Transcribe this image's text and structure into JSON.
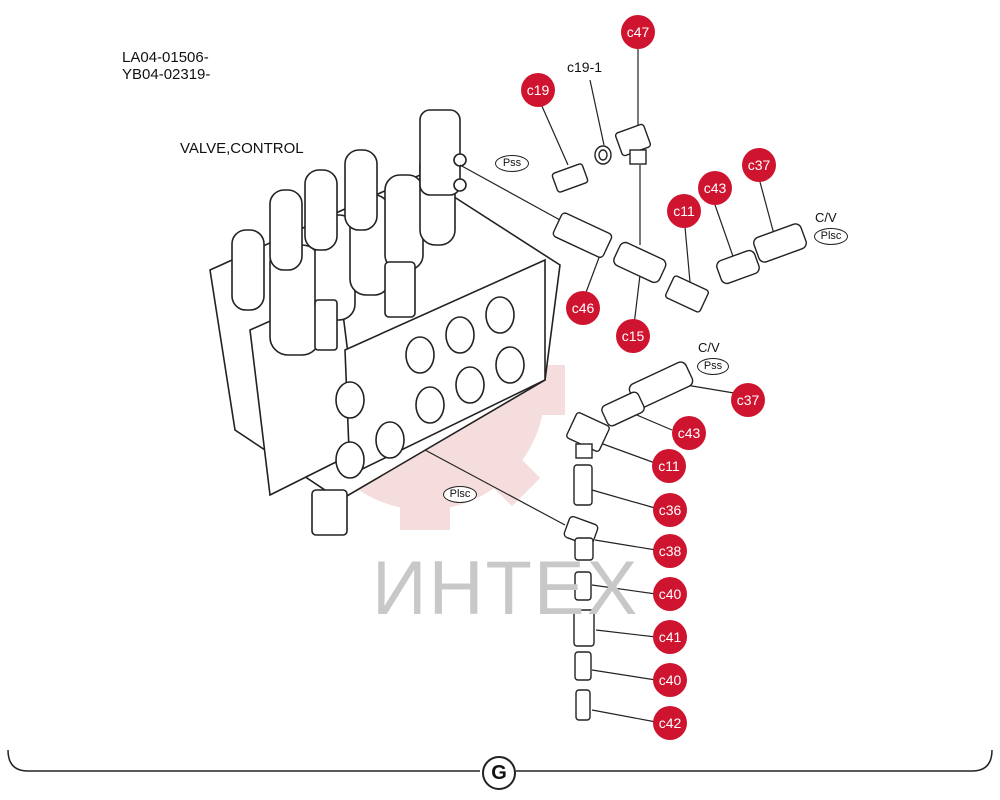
{
  "header": {
    "model_codes": [
      "LA04-01506-",
      "YB04-02319-"
    ],
    "assembly_title": "VALVE,CONTROL"
  },
  "watermark": {
    "text": "ИНТЕХ",
    "color": "#e8a0a0"
  },
  "section_mark": "G",
  "ports": {
    "pss_top": "Pss",
    "pss_right": "Pss",
    "plsc_top": "Plsc",
    "plsc_left": "Plsc"
  },
  "cv_labels": {
    "cv_top": "C/V",
    "cv_middle": "C/V"
  },
  "callouts": {
    "c47": "c47",
    "c19_1": "c19-1",
    "c19": "c19",
    "c37_top": "c37",
    "c43_top": "c43",
    "c11_top": "c11",
    "c46": "c46",
    "c15": "c15",
    "c37_mid": "c37",
    "c43_mid": "c43",
    "c11_mid": "c11",
    "c36": "c36",
    "c38": "c38",
    "c40_a": "c40",
    "c41": "c41",
    "c40_b": "c40",
    "c42": "c42"
  },
  "colors": {
    "callout_bg": "#cf1430",
    "line": "#222222"
  }
}
